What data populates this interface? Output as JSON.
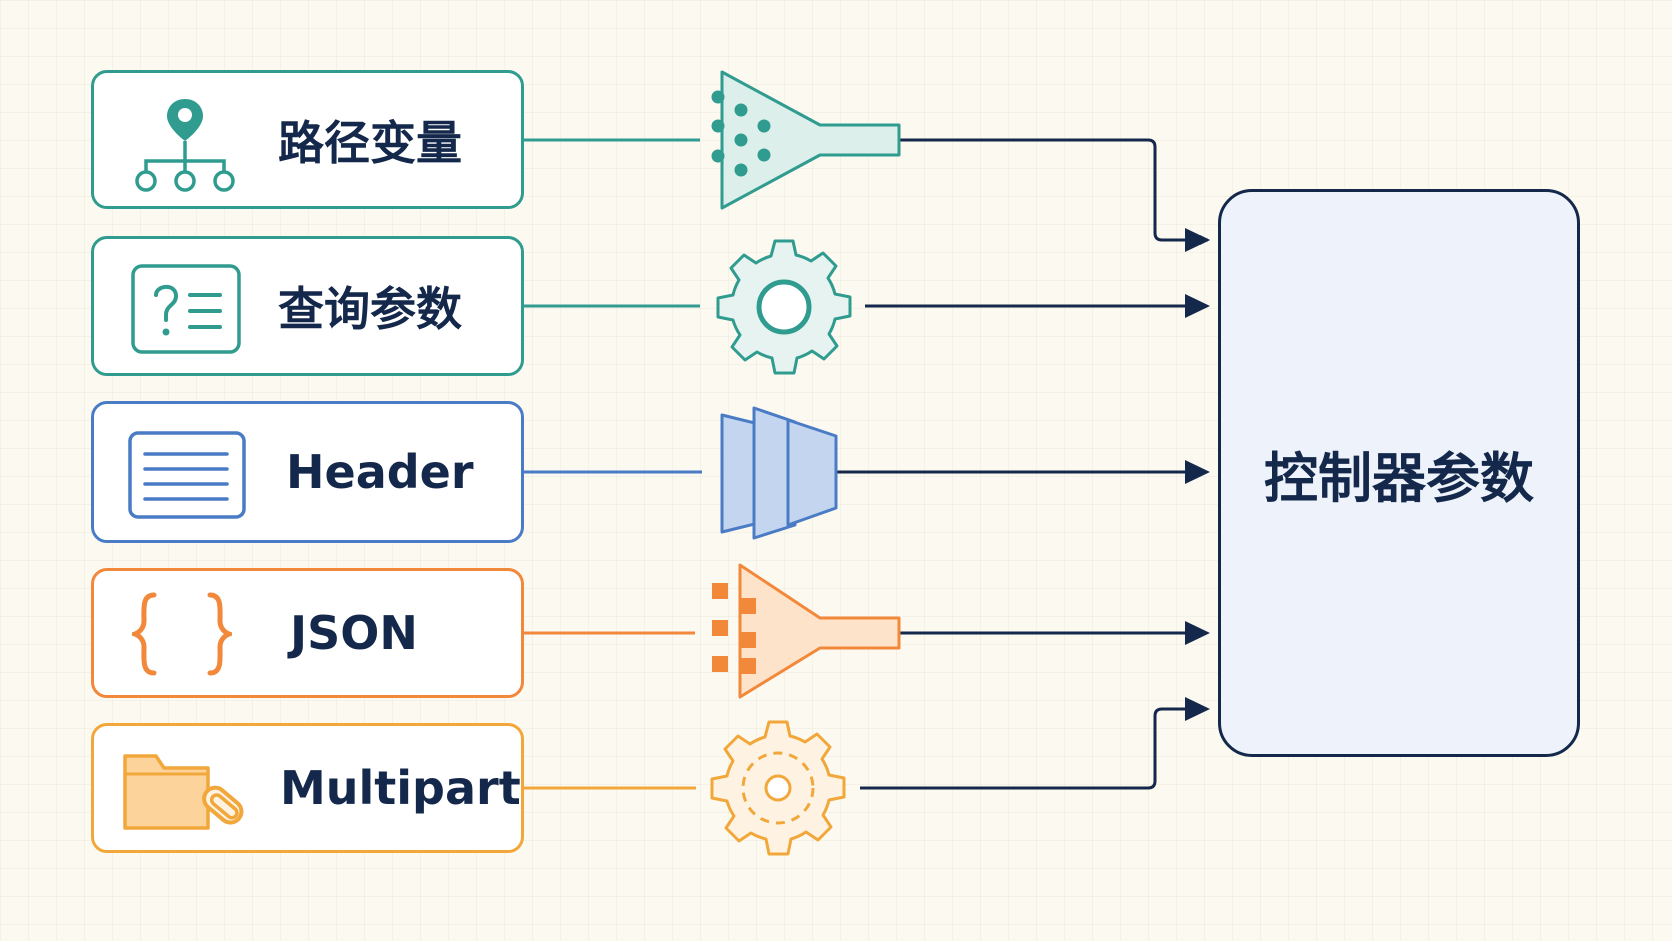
{
  "sources": [
    {
      "id": "path-variable",
      "label": "路径变量",
      "color": "#2f9c8f",
      "icon": "location-hierarchy-icon",
      "transform_icon": "funnel-dots-icon"
    },
    {
      "id": "query-params",
      "label": "查询参数",
      "color": "#2f9c8f",
      "icon": "question-list-icon",
      "transform_icon": "gear-icon"
    },
    {
      "id": "header",
      "label": "Header",
      "color": "#4a7cc6",
      "icon": "header-lines-icon",
      "transform_icon": "layered-prism-icon"
    },
    {
      "id": "json",
      "label": "JSON",
      "color": "#f2883a",
      "icon": "curly-braces-icon",
      "transform_icon": "funnel-squares-icon"
    },
    {
      "id": "multipart",
      "label": "Multipart",
      "color": "#f2a73a",
      "icon": "folder-paperclip-icon",
      "transform_icon": "dashed-gear-icon"
    }
  ],
  "target": {
    "label": "控制器参数"
  },
  "colors": {
    "navy": "#14284b",
    "teal": "#2f9c8f",
    "blue": "#4a7cc6",
    "orange": "#f2883a",
    "amber": "#f2a73a",
    "background": "#fcf9f1"
  }
}
